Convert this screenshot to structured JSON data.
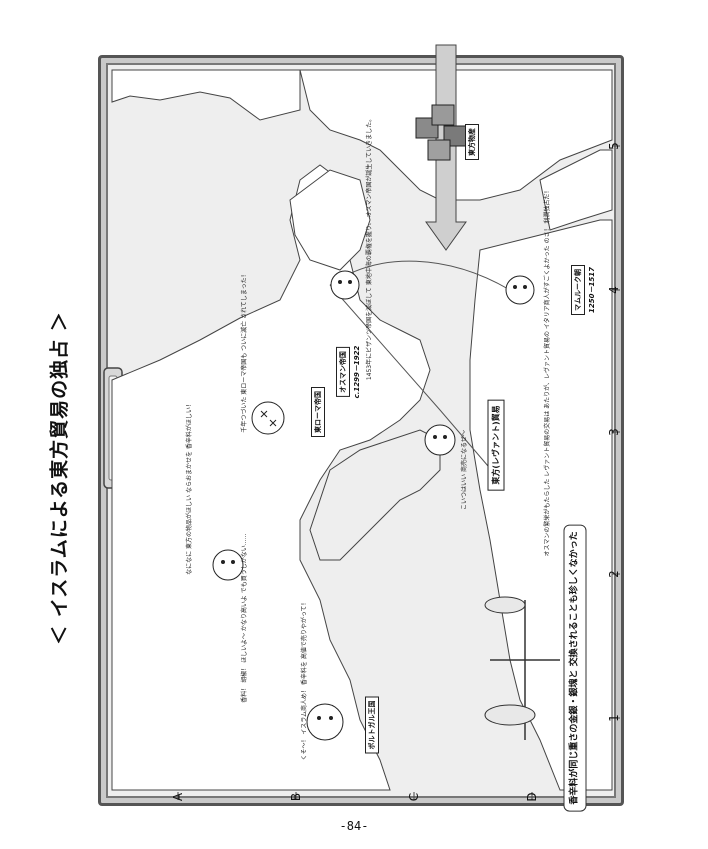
{
  "page": {
    "title": "＜ イスラムによる東方貿易の独占 ＞",
    "page_number": "-84-"
  },
  "grid": {
    "columns": [
      "1",
      "2",
      "3",
      "4",
      "5"
    ],
    "rows": [
      "A",
      "B",
      "C",
      "D"
    ]
  },
  "map_labels": {
    "eastern_goods": "東方物産",
    "ottoman": "オスマン帝国",
    "ottoman_dates": "c.1299－1922",
    "byzantine": "東ローマ帝国",
    "mamluk": "マムルーク朝",
    "mamluk_dates": "1250－1517",
    "levant_trade": "東方(レヴァント)貿易",
    "portugal": "ポルトガル王国"
  },
  "notes": {
    "ottoman_note": "1453年にビザンツ帝国を滅ぼして\n東地中海の覇権を握り、\nオスマン帝国が誕生していきました。",
    "byzantine_note": "千年つづいた\n東ローマ帝国も\nついに滅亡\nされてしまった！",
    "mamluk_note": "オスマンの繁栄がもたらした\nレヴァント貿易の交易は\nあたりが、レヴァント貿易の\nイタリア商人がすごくよかった\nのさ！ 利潤独占だ！",
    "italy_note": "こいつはいい\n商売になるぜ〜",
    "west_note": "なになに\n東方の物品がほしい\nならおまかせを\n香辛料がほしい！",
    "iberia_note": "香料！ 胡椒！\nほしいよ〜\nかなり高いよ\nでも買うしかない……",
    "portugal_note": "くそ〜！\nイスラム商人め！\n香辛料を\n高値で売りやがって！",
    "caption": "香辛料が同じ重さの金銀・銀塊と\n交換されることも珍しくなかった"
  },
  "colors": {
    "sea": "#eeeeee",
    "land": "#ffffff",
    "frame": "#555555",
    "arrow": "#cfcfcf"
  }
}
